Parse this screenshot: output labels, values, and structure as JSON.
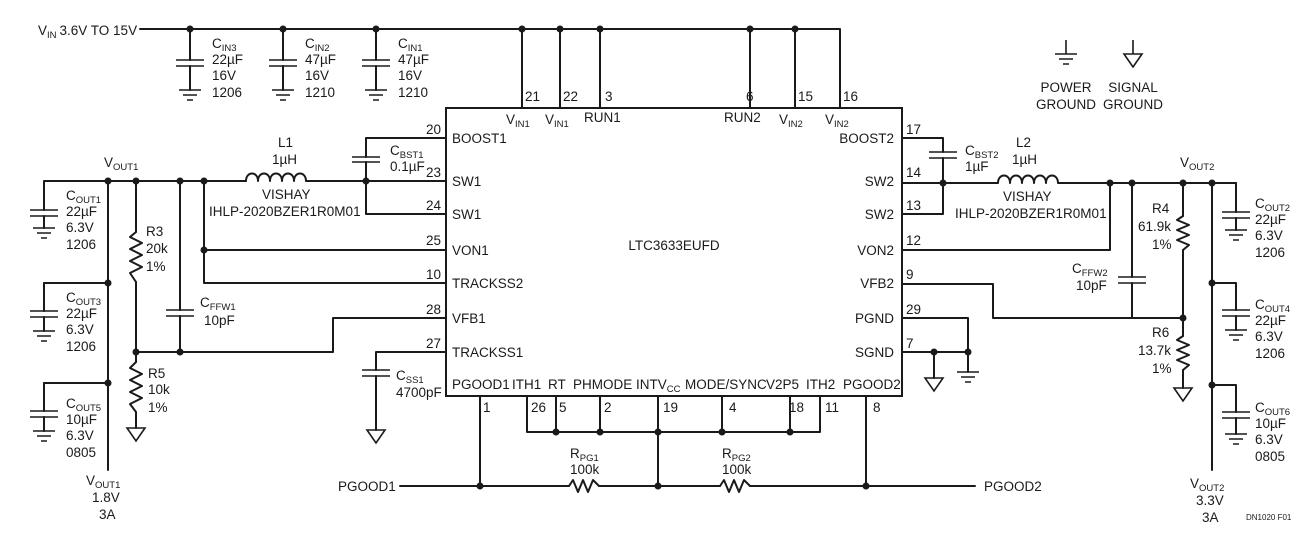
{
  "vin_label": "3.6V TO 15V",
  "ic": {
    "part": "LTC3633EUFD",
    "pins_left": [
      "BOOST1",
      "SW1",
      "SW1",
      "VON1",
      "TRACKSS2",
      "VFB1",
      "TRACKSS1"
    ],
    "pins_right": [
      "BOOST2",
      "SW2",
      "SW2",
      "VON2",
      "VFB2",
      "PGND",
      "SGND"
    ],
    "pins_bottom": [
      "PGOOD1",
      "ITH1",
      "RT",
      "PHMODE",
      "MODE/SYNC",
      "V2P5",
      "ITH2",
      "PGOOD2"
    ],
    "pins_top": [
      "RUN1",
      "RUN2"
    ],
    "pin_numbers": {
      "vin1a": "21",
      "vin1b": "22",
      "run1": "3",
      "run2": "6",
      "vin2a": "15",
      "vin2b": "16",
      "boost1": "20",
      "sw1a": "23",
      "sw1b": "24",
      "von1": "25",
      "trackss2": "10",
      "vfb1": "28",
      "trackss1": "27",
      "boost2": "17",
      "sw2a": "14",
      "sw2b": "13",
      "von2": "12",
      "vfb2": "9",
      "pgnd": "29",
      "sgnd": "7",
      "pgood1": "1",
      "ith1": "26",
      "rt": "5",
      "phmode": "2",
      "intvcc": "19",
      "modesync": "4",
      "v2p5": "18",
      "ith2": "11",
      "pgood2": "8"
    }
  },
  "cin": [
    {
      "sub": "IN3",
      "value": "22µF",
      "voltage": "16V",
      "size": "1206"
    },
    {
      "sub": "IN2",
      "value": "47µF",
      "voltage": "16V",
      "size": "1210"
    },
    {
      "sub": "IN1",
      "value": "47µF",
      "voltage": "16V",
      "size": "1210"
    }
  ],
  "legend": {
    "power": [
      "POWER",
      "GROUND"
    ],
    "signal": [
      "SIGNAL",
      "GROUND"
    ]
  },
  "ch1": {
    "inductor": {
      "name": "L1",
      "value": "1µH",
      "vendor": "VISHAY",
      "part": "IHLP-2020BZER1R0M01"
    },
    "cbst": {
      "sub": "BST1",
      "value": "0.1µF"
    },
    "couts": [
      {
        "sub": "OUT1",
        "value": "22µF",
        "voltage": "6.3V",
        "size": "1206"
      },
      {
        "sub": "OUT3",
        "value": "22µF",
        "voltage": "6.3V",
        "size": "1206"
      },
      {
        "sub": "OUT5",
        "value": "10µF",
        "voltage": "6.3V",
        "size": "0805"
      }
    ],
    "r_top": {
      "name": "R3",
      "value": "20k",
      "tol": "1%"
    },
    "r_bot": {
      "name": "R5",
      "value": "10k",
      "tol": "1%"
    },
    "cffw": {
      "sub": "FFW1",
      "value": "10pF"
    },
    "css": {
      "sub": "SS1",
      "value": "4700pF"
    },
    "out": {
      "sub": "OUT1",
      "voltage": "1.8V",
      "current": "3A"
    }
  },
  "ch2": {
    "inductor": {
      "name": "L2",
      "value": "1µH",
      "vendor": "VISHAY",
      "part": "IHLP-2020BZER1R0M01"
    },
    "cbst": {
      "sub": "BST2",
      "value": "1µF"
    },
    "couts": [
      {
        "sub": "OUT2",
        "value": "22µF",
        "voltage": "6.3V",
        "size": "1206"
      },
      {
        "sub": "OUT4",
        "value": "22µF",
        "voltage": "6.3V",
        "size": "1206"
      },
      {
        "sub": "OUT6",
        "value": "10µF",
        "voltage": "6.3V",
        "size": "0805"
      }
    ],
    "r_top": {
      "name": "R4",
      "value": "61.9k",
      "tol": "1%"
    },
    "r_bot": {
      "name": "R6",
      "value": "13.7k",
      "tol": "1%"
    },
    "cffw": {
      "sub": "FFW2",
      "value": "10pF"
    },
    "out": {
      "sub": "OUT2",
      "voltage": "3.3V",
      "current": "3A"
    }
  },
  "pg": {
    "r1": {
      "sub": "PG1",
      "value": "100k"
    },
    "r2": {
      "sub": "PG2",
      "value": "100k"
    },
    "net1": "PGOOD1",
    "net2": "PGOOD2"
  },
  "footnote": "DN1020 F01"
}
